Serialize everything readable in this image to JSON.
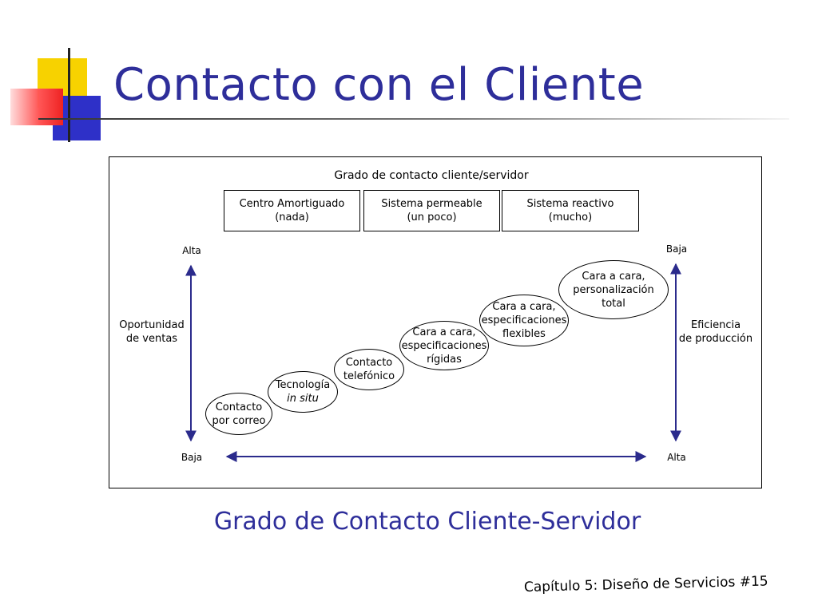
{
  "slide": {
    "title": "Contacto con el Cliente",
    "subtitle": "Grado de Contacto Cliente-Servidor",
    "footer": "Capítulo 5: Diseño de Servicios #15"
  },
  "diagram": {
    "header": "Grado de contacto cliente/servidor",
    "categories": [
      {
        "line1": "Centro Amortiguado",
        "line2": "(nada)"
      },
      {
        "line1": "Sistema permeable",
        "line2": "(un poco)"
      },
      {
        "line1": "Sistema reactivo",
        "line2": "(mucho)"
      }
    ],
    "left_axis": {
      "top": "Alta",
      "bottom": "Baja",
      "label_line1": "Oportunidad",
      "label_line2": "de ventas"
    },
    "right_axis": {
      "top": "Baja",
      "bottom": "Alta",
      "label_line1": "Eficiencia",
      "label_line2": "de producción"
    },
    "nodes": [
      {
        "line1": "Contacto",
        "line2": "por correo"
      },
      {
        "line1": "Tecnología",
        "line2": "in situ"
      },
      {
        "line1": "Contacto",
        "line2": "telefónico"
      },
      {
        "line1": "Cara a cara,",
        "line2": "especificaciones",
        "line3": "rígidas"
      },
      {
        "line1": "Cara a cara,",
        "line2": "especificaciones",
        "line3": "flexibles"
      },
      {
        "line1": "Cara a cara,",
        "line2": "personalización",
        "line3": "total"
      }
    ]
  },
  "colors": {
    "title": "#2e2e9a",
    "arrow": "#2b2b8c",
    "logo_yellow": "#f7d200",
    "logo_blue": "#2e30c8",
    "logo_red": "#ee2222"
  }
}
